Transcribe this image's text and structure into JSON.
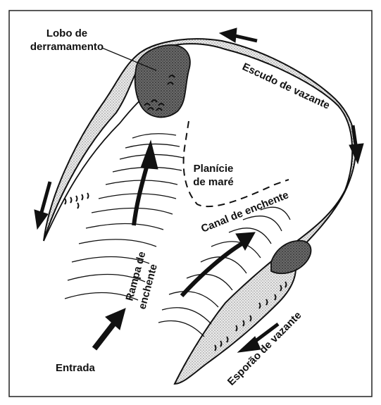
{
  "diagram": {
    "labels": {
      "spillover_lobe_line1": "Lobo de",
      "spillover_lobe_line2": "derramamento",
      "ebb_shield": "Escudo de vazante",
      "tidal_flat_line1": "Planície",
      "tidal_flat_line2": "de maré",
      "flood_channel": "Canal de enchente",
      "flood_ramp_line1": "Rampa de",
      "flood_ramp_line2": "enchente",
      "inlet": "Entrada",
      "ebb_spit": "Esporão de vazante"
    },
    "colors": {
      "background": "#ffffff",
      "frame": "#222222",
      "stipple": "#8c8c8c",
      "dark_lobe": "#4a4a4a",
      "ink": "#111111"
    }
  }
}
